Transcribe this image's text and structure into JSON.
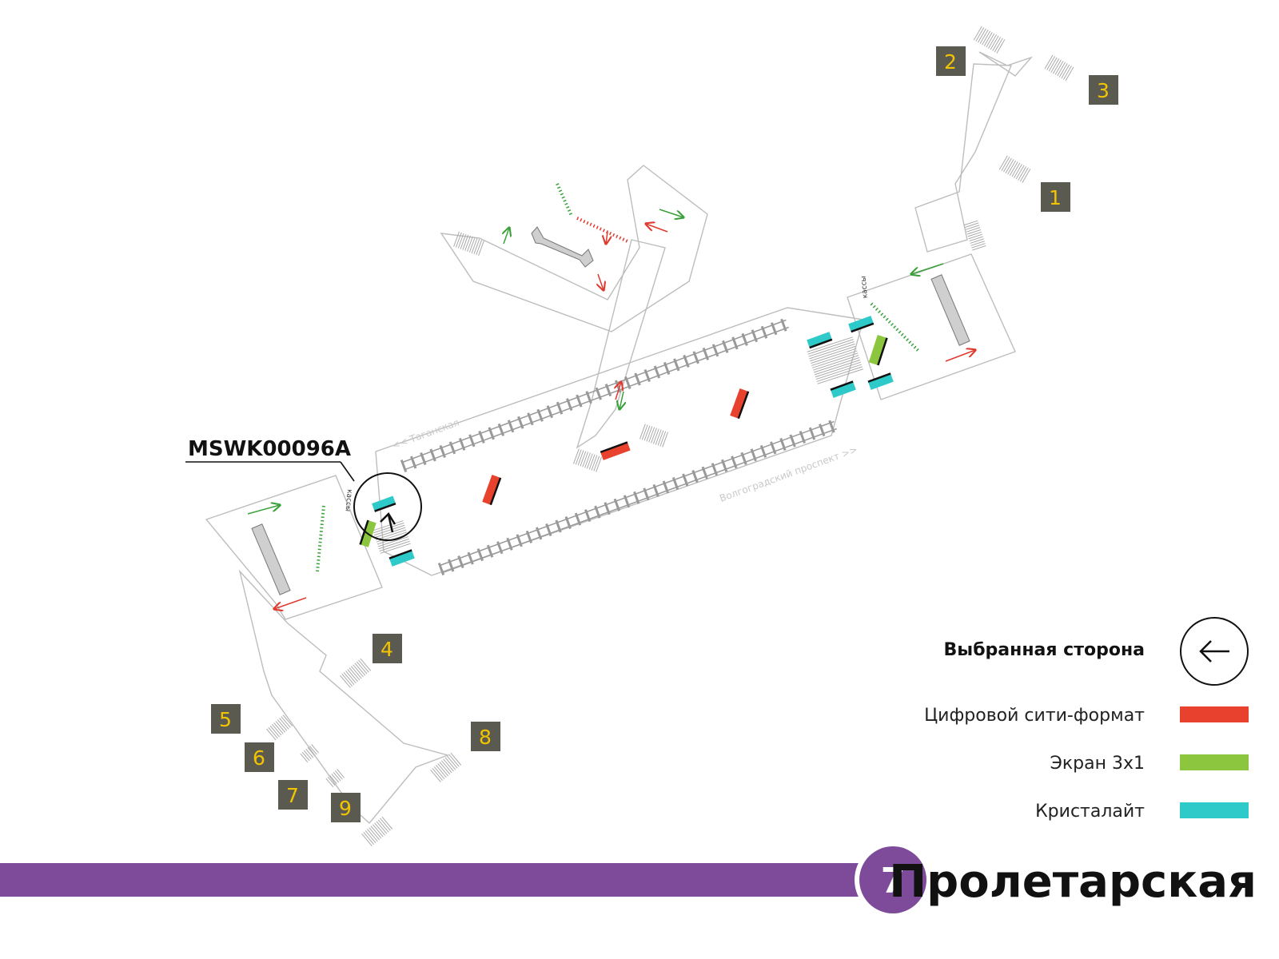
{
  "station": {
    "name": "Пролетарская",
    "line_number": "7",
    "line_color": "#7e4b9a"
  },
  "selected_code": "MSWK00096A",
  "directions": {
    "left": "<< Таганская",
    "right": "Волгоградский проспект >>"
  },
  "ticket_office_label": "кассы",
  "exits": [
    "1",
    "2",
    "3",
    "4",
    "5",
    "6",
    "7",
    "8",
    "9"
  ],
  "legend": {
    "selected_side": "Выбранная сторона",
    "items": [
      {
        "label": "Цифровой сити-формат",
        "color": "#e8422e"
      },
      {
        "label": "Экран 3х1",
        "color": "#8cc63f"
      },
      {
        "label": "Кристалайт",
        "color": "#2ec9c9"
      }
    ]
  },
  "colors": {
    "exit_box": "#5a5a50",
    "exit_text": "#f2c400",
    "green_arrow": "#3aa13a",
    "red_arrow": "#e03a2e"
  }
}
